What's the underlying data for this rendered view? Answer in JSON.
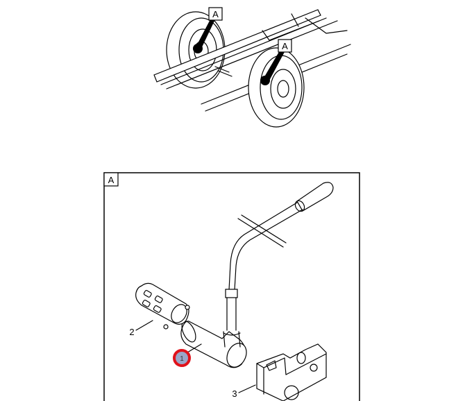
{
  "overview": {
    "callouts": [
      "A",
      "A"
    ]
  },
  "detail": {
    "view_label": "A",
    "parts": [
      {
        "number": "1",
        "highlighted": true
      },
      {
        "number": "2",
        "highlighted": false
      },
      {
        "number": "3",
        "highlighted": false
      }
    ]
  },
  "colors": {
    "highlight_ring": "#e0121b",
    "highlight_fill": "#9aa6c8"
  }
}
